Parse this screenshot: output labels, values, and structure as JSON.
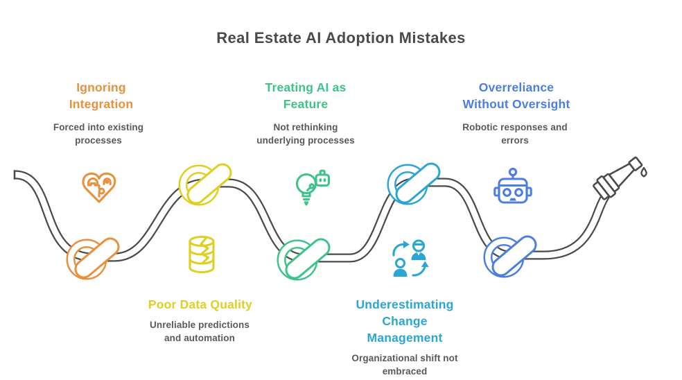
{
  "title": "Real Estate AI Adoption Mistakes",
  "colors": {
    "title_text": "#4A4A4A",
    "hose": "#4A4A4A",
    "description_text": "#595959",
    "orange": "#E8913C",
    "yellow": "#DECF20",
    "green": "#3EC38B",
    "cyan": "#2AA6D4",
    "blue": "#4C7EE0"
  },
  "mistakes": [
    {
      "label": "Ignoring Integration",
      "description": "Forced into existing processes",
      "color": "#E8913C",
      "icon": "heart-puzzle-icon",
      "row": "top"
    },
    {
      "label": "Poor Data Quality",
      "description": "Unreliable predictions and automation",
      "color": "#DECF20",
      "icon": "cracked-database-icon",
      "row": "bottom"
    },
    {
      "label": "Treating AI as Feature",
      "description": "Not rethinking underlying processes",
      "color": "#3EC38B",
      "icon": "lightbulb-ai-icon",
      "row": "top"
    },
    {
      "label": "Underestimating Change Management",
      "description": "Organizational shift not embraced",
      "color": "#2AA6D4",
      "icon": "people-change-icon",
      "row": "bottom"
    },
    {
      "label": "Overreliance Without Oversight",
      "description": "Robotic responses and errors",
      "color": "#4C7EE0",
      "icon": "robot-icon",
      "row": "top"
    }
  ],
  "decorations": [
    "garden-hose",
    "hose-knots",
    "hose-nozzle",
    "water-drop"
  ]
}
